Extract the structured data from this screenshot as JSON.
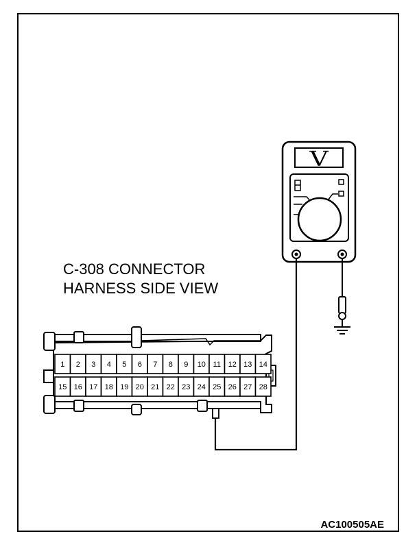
{
  "figure": {
    "title_line1": "C-308 CONNECTOR",
    "title_line2": "HARNESS SIDE VIEW",
    "code": "AC100505AE"
  },
  "meter": {
    "display": "V",
    "mode": "voltmeter"
  },
  "connector": {
    "name": "C-308",
    "top_row": [
      "1",
      "2",
      "3",
      "4",
      "5",
      "6",
      "7",
      "8",
      "9",
      "10",
      "11",
      "12",
      "13",
      "14"
    ],
    "bottom_row": [
      "15",
      "16",
      "17",
      "18",
      "19",
      "20",
      "21",
      "22",
      "23",
      "24",
      "25",
      "26",
      "27",
      "28"
    ],
    "probe_pin": "25"
  },
  "icons": {
    "ground": "ground-symbol-icon",
    "probe": "test-probe-icon"
  }
}
